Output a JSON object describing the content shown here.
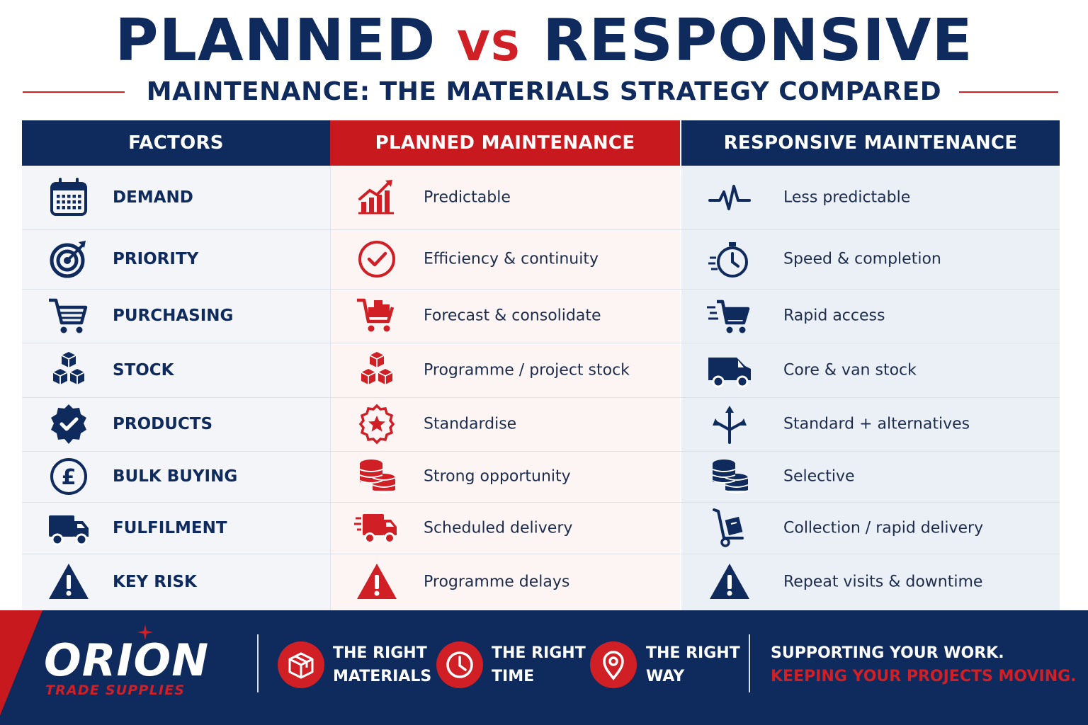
{
  "header": {
    "title_part1": "PLANNED",
    "title_vs": "VS",
    "title_part2": "RESPONSIVE",
    "subtitle": "MAINTENANCE: THE MATERIALS STRATEGY COMPARED"
  },
  "table": {
    "columns": [
      "FACTORS",
      "PLANNED MAINTENANCE",
      "RESPONSIVE MAINTENANCE"
    ],
    "rows": [
      {
        "factor": "DEMAND",
        "factor_icon": "calendar-icon",
        "planned": "Predictable",
        "planned_icon": "growth-chart-icon",
        "responsive": "Less predictable",
        "responsive_icon": "pulse-icon"
      },
      {
        "factor": "PRIORITY",
        "factor_icon": "target-icon",
        "planned": "Efficiency & continuity",
        "planned_icon": "check-circle-icon",
        "responsive": "Speed & completion",
        "responsive_icon": "stopwatch-icon"
      },
      {
        "factor": "PURCHASING",
        "factor_icon": "cart-icon",
        "planned": "Forecast & consolidate",
        "planned_icon": "loaded-cart-icon",
        "responsive": "Rapid access",
        "responsive_icon": "fast-cart-icon"
      },
      {
        "factor": "STOCK",
        "factor_icon": "boxes-icon",
        "planned": "Programme / project stock",
        "planned_icon": "boxes-icon",
        "responsive": "Core & van stock",
        "responsive_icon": "van-icon"
      },
      {
        "factor": "PRODUCTS",
        "factor_icon": "badge-check-icon",
        "planned": "Standardise",
        "planned_icon": "star-badge-icon",
        "responsive": "Standard + alternatives",
        "responsive_icon": "branch-arrows-icon"
      },
      {
        "factor": "BULK BUYING",
        "factor_icon": "pound-icon",
        "planned": "Strong opportunity",
        "planned_icon": "coin-stack-icon",
        "responsive": "Selective",
        "responsive_icon": "coin-stack-icon"
      },
      {
        "factor": "FULFILMENT",
        "factor_icon": "truck-icon",
        "planned": "Scheduled delivery",
        "planned_icon": "fast-truck-icon",
        "responsive": "Collection / rapid delivery",
        "responsive_icon": "hand-trolley-icon"
      },
      {
        "factor": "KEY RISK",
        "factor_icon": "warning-icon",
        "planned": "Programme delays",
        "planned_icon": "warning-icon",
        "responsive": "Repeat visits & downtime",
        "responsive_icon": "warning-icon"
      }
    ]
  },
  "footer": {
    "logo_word": "ORION",
    "logo_sub": "TRADE SUPPLIES",
    "pillars": [
      {
        "line1": "THE RIGHT",
        "line2": "MATERIALS",
        "icon": "box-icon"
      },
      {
        "line1": "THE RIGHT",
        "line2": "TIME",
        "icon": "clock-icon"
      },
      {
        "line1": "THE RIGHT",
        "line2": "WAY",
        "icon": "location-pin-icon"
      }
    ],
    "tagline1": "SUPPORTING YOUR WORK.",
    "tagline2": "KEEPING YOUR PROJECTS MOVING."
  },
  "colors": {
    "navy": "#0f2a5c",
    "red": "#d11f26"
  }
}
